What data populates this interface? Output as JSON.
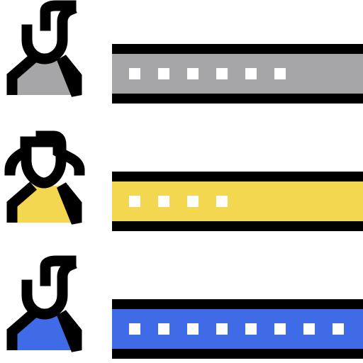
{
  "icon": "user-ranking-list-icon",
  "colors": {
    "outline": "#000000",
    "background": "#ffffff",
    "square": "#ffffff"
  },
  "rows": [
    {
      "avatar": "user-avatar-icon",
      "color": "#a6a6a8",
      "square_count": 6,
      "level": 0.67
    },
    {
      "avatar": "user-avatar-long-hair-icon",
      "color": "#f4d750",
      "square_count": 4,
      "level": 0.44
    },
    {
      "avatar": "user-avatar-icon",
      "color": "#3f6be6",
      "square_count": 8,
      "level": 0.89
    }
  ]
}
